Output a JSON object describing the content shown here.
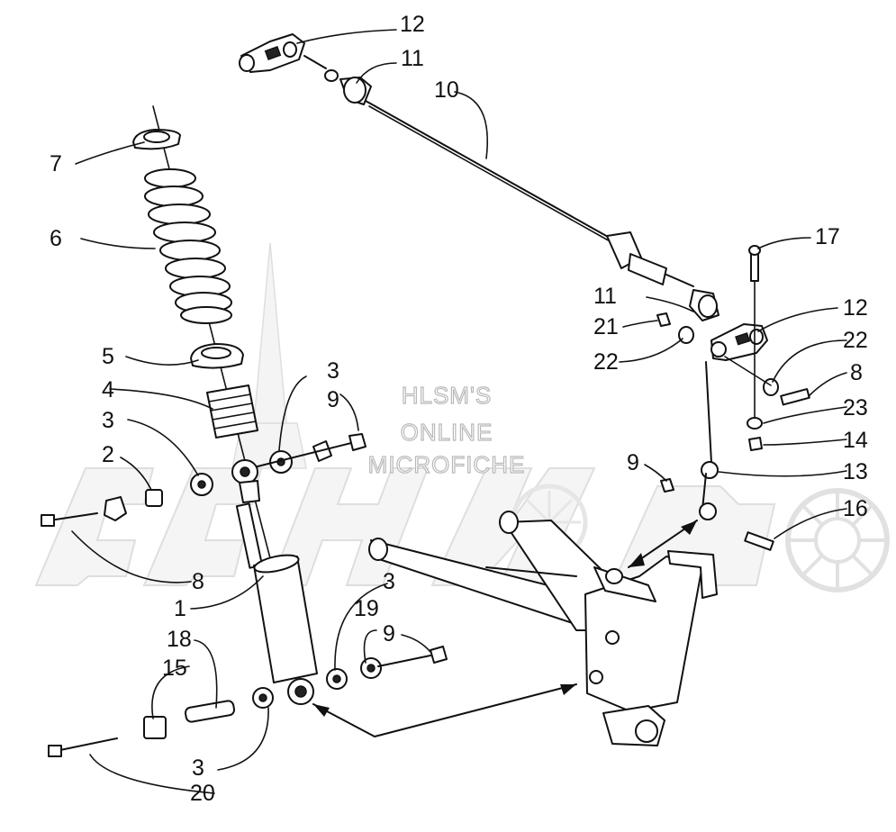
{
  "watermark": {
    "line1": "HLSM'S",
    "line2": "ONLINE",
    "line3": "MICROFICHE"
  },
  "callouts": [
    {
      "id": "c-12-top",
      "text": "12"
    },
    {
      "id": "c-11-top",
      "text": "11"
    },
    {
      "id": "c-10",
      "text": "10"
    },
    {
      "id": "c-7",
      "text": "7"
    },
    {
      "id": "c-6",
      "text": "6"
    },
    {
      "id": "c-17",
      "text": "17"
    },
    {
      "id": "c-11-right",
      "text": "11"
    },
    {
      "id": "c-12-right",
      "text": "12"
    },
    {
      "id": "c-21",
      "text": "21"
    },
    {
      "id": "c-22-left",
      "text": "22"
    },
    {
      "id": "c-22-right",
      "text": "22"
    },
    {
      "id": "c-5",
      "text": "5"
    },
    {
      "id": "c-8-right",
      "text": "8"
    },
    {
      "id": "c-3-upper",
      "text": "3"
    },
    {
      "id": "c-4",
      "text": "4"
    },
    {
      "id": "c-9-upper",
      "text": "9"
    },
    {
      "id": "c-23",
      "text": "23"
    },
    {
      "id": "c-3-left",
      "text": "3"
    },
    {
      "id": "c-14",
      "text": "14"
    },
    {
      "id": "c-2",
      "text": "2"
    },
    {
      "id": "c-9-right",
      "text": "9"
    },
    {
      "id": "c-13",
      "text": "13"
    },
    {
      "id": "c-16",
      "text": "16"
    },
    {
      "id": "c-8-left",
      "text": "8"
    },
    {
      "id": "c-3-lower",
      "text": "3"
    },
    {
      "id": "c-1",
      "text": "1"
    },
    {
      "id": "c-19",
      "text": "19"
    },
    {
      "id": "c-18",
      "text": "18"
    },
    {
      "id": "c-9-lower",
      "text": "9"
    },
    {
      "id": "c-15",
      "text": "15"
    },
    {
      "id": "c-3-bottom",
      "text": "3"
    },
    {
      "id": "c-20",
      "text": "20"
    }
  ]
}
